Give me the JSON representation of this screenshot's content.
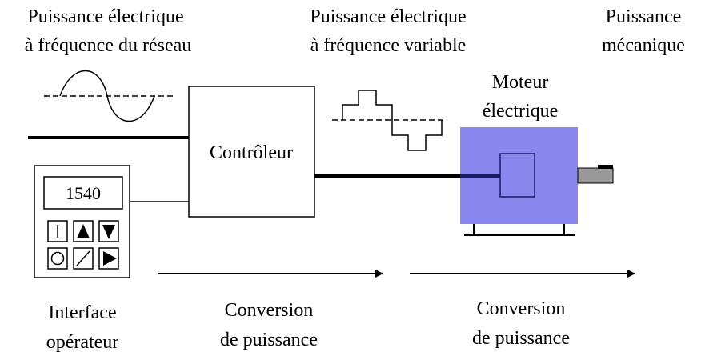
{
  "labels": {
    "grid_power_line1": "Puissance électrique",
    "grid_power_line2": "à fréquence du réseau",
    "variable_power_line1": "Puissance électrique",
    "variable_power_line2": "à fréquence variable",
    "mechanical_power_line1": "Puissance",
    "mechanical_power_line2": "mécanique",
    "motor_line1": "Moteur",
    "motor_line2": "électrique",
    "controller": "Contrôleur",
    "operator_line1": "Interface",
    "operator_line2": "opérateur",
    "conversion1_line1": "Conversion",
    "conversion1_line2": "de puissance",
    "conversion2_line1": "Conversion",
    "conversion2_line2": "de puissance"
  },
  "operator_panel": {
    "display_value": "1540"
  },
  "colors": {
    "motor_fill": "#8888ee",
    "motor_stroke": "#1a1a66",
    "shaft_fill": "#999999"
  }
}
